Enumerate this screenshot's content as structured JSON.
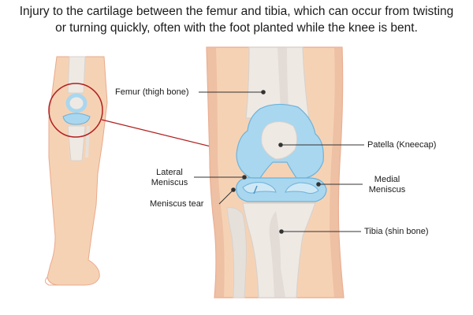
{
  "caption": {
    "line1": "Injury to the cartilage between the femur and tibia, which can occur from twisting",
    "line2": "or turning quickly, often with the foot planted while the knee is bent."
  },
  "labels": {
    "femur": "Femur (thigh bone)",
    "patella": "Patella (Kneecap)",
    "lateral_meniscus_1": "Lateral",
    "lateral_meniscus_2": "Meniscus",
    "medial_meniscus_1": "Medial",
    "medial_meniscus_2": "Meniscus",
    "meniscus_tear": "Meniscus tear",
    "tibia": "Tibia (shin bone)"
  },
  "colors": {
    "skin": "#f6d2b4",
    "skin_shadow": "#e9a98d",
    "bone": "#efe9e4",
    "bone_shade": "#d8d2cd",
    "cartilage": "#a9d7ef",
    "cartilage_dark": "#6cb3dc",
    "tear_highlight": "#d64040",
    "leader_line": "#333333"
  }
}
